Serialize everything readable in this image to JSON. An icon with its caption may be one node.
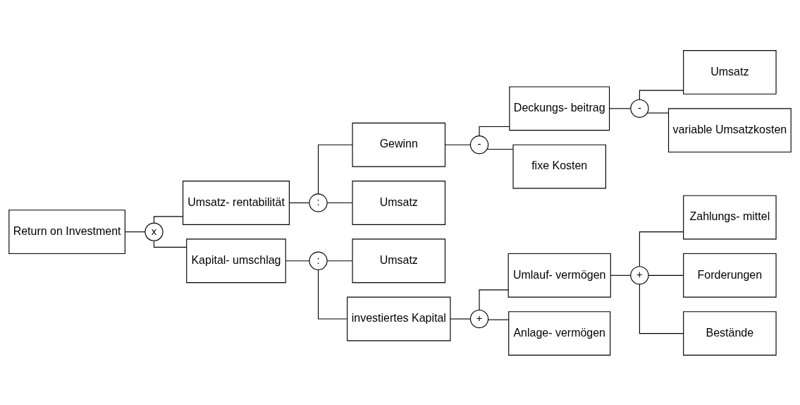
{
  "diagram": {
    "nodes": [
      {
        "text": [
          "Return on Investment"
        ]
      },
      {
        "text": [
          "x"
        ]
      },
      {
        "text": [
          "Umsatz- rentabilität"
        ]
      },
      {
        "text": [
          "Kapital- umschlag"
        ]
      },
      {
        "text": [
          ":"
        ]
      },
      {
        "text": [
          "Gewinn"
        ]
      },
      {
        "text": [
          "Umsatz"
        ]
      },
      {
        "text": [
          "-"
        ]
      },
      {
        "text": [
          "Deckungs- beitrag"
        ]
      },
      {
        "text": [
          "fixe Kosten"
        ]
      },
      {
        "text": [
          "-"
        ]
      },
      {
        "text": [
          "Umsatz"
        ]
      },
      {
        "text": [
          "variable Umsatzkosten"
        ]
      },
      {
        "text": [
          ":"
        ]
      },
      {
        "text": [
          "Umsatz"
        ]
      },
      {
        "text": [
          "investiertes Kapital"
        ]
      },
      {
        "text": [
          "+"
        ]
      },
      {
        "text": [
          "Umlauf- vermögen"
        ]
      },
      {
        "text": [
          "Anlage- vermögen"
        ]
      },
      {
        "text": [
          "+"
        ]
      },
      {
        "text": [
          "Zahlungs- mittel"
        ]
      },
      {
        "text": [
          "Forderungen"
        ]
      },
      {
        "text": [
          "Bestände"
        ]
      }
    ],
    "edges": [
      {
        "from": 0,
        "to": 1,
        "arrow": "none"
      },
      {
        "from": 1,
        "to": 2,
        "arrow": "none"
      },
      {
        "from": 1,
        "to": 3,
        "arrow": "none"
      },
      {
        "from": 2,
        "to": 4,
        "arrow": "none"
      },
      {
        "from": 4,
        "to": 5,
        "arrow": "none"
      },
      {
        "from": 4,
        "to": 6,
        "arrow": "none"
      },
      {
        "from": 5,
        "to": 7,
        "arrow": "none"
      },
      {
        "from": 7,
        "to": 8,
        "arrow": "none"
      },
      {
        "from": 7,
        "to": 9,
        "arrow": "none"
      },
      {
        "from": 8,
        "to": 10,
        "arrow": "none"
      },
      {
        "from": 10,
        "to": 11,
        "arrow": "none"
      },
      {
        "from": 10,
        "to": 12,
        "arrow": "none"
      },
      {
        "from": 3,
        "to": 13,
        "arrow": "none"
      },
      {
        "from": 13,
        "to": 14,
        "arrow": "none"
      },
      {
        "from": 13,
        "to": 15,
        "arrow": "none"
      },
      {
        "from": 15,
        "to": 16,
        "arrow": "none"
      },
      {
        "from": 16,
        "to": 17,
        "arrow": "none"
      },
      {
        "from": 16,
        "to": 18,
        "arrow": "none"
      },
      {
        "from": 17,
        "to": 19,
        "arrow": "none"
      },
      {
        "from": 19,
        "to": 20,
        "arrow": "none"
      },
      {
        "from": 19,
        "to": 21,
        "arrow": "none"
      },
      {
        "from": 19,
        "to": 22,
        "arrow": "none"
      }
    ]
  }
}
